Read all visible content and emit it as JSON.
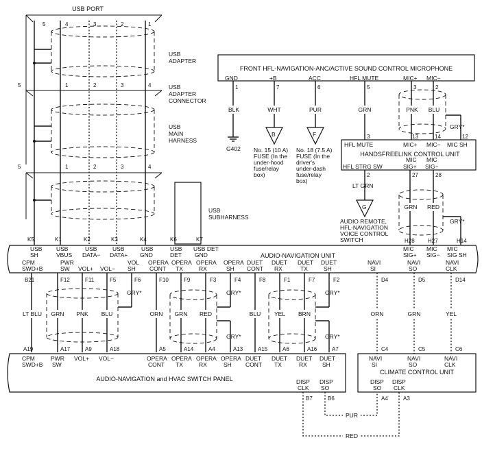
{
  "labels": {
    "usb_port": "USB PORT",
    "usb_adapter": [
      "USB",
      "ADAPTER"
    ],
    "usb_adapter_connector": [
      "USB",
      "ADAPTER",
      "CONNECTOR"
    ],
    "usb_main_harness": [
      "USB",
      "MAIN",
      "HARNESS"
    ],
    "usb_subharness": [
      "USB",
      "SUBHARNESS"
    ],
    "front_mic": "FRONT HFL-NAVIGATION-ANC/ACTIVE SOUND CONTROL MICROPHONE",
    "handsfree_unit": "HANDSFREELINK CONTROL UNIT",
    "audio_nav_unit": "AUDIO-NAVIGATION UNIT",
    "switch_panel": "AUDIO-NAVIGATION and HVAC SWITCH PANEL",
    "climate_unit": "CLIMATE CONTROL UNIT",
    "ground": "G402",
    "fuse_b": [
      "No. 15 (10 A)",
      "FUSE (In the",
      "under-hood",
      "fuse/relay",
      "box)"
    ],
    "fuse_f": [
      "No. 18 (7.5 A)",
      "FUSE (In the",
      "driver's",
      "under-dash",
      "fuse/relay",
      "box)"
    ],
    "audio_remote": [
      "AUDIO REMOTE,",
      "HFL-NAVIGATION",
      "VOICE CONTROL",
      "SWITCH"
    ],
    "tri_b": "B",
    "tri_f": "F",
    "tri_g": "G"
  },
  "usb_port_pins": [
    "5",
    "4",
    "3",
    "2",
    "1"
  ],
  "usb_adapter_pins": [
    "5",
    "1",
    "2",
    "3",
    "4"
  ],
  "usb_main_pins": [
    "5",
    "1",
    "2",
    "3",
    "4"
  ],
  "usb_sub_pins": [
    "K5",
    "K1",
    "K2",
    "K3",
    "K4",
    "K6",
    "K7"
  ],
  "mic": {
    "terms": [
      "GND",
      "+B",
      "ACC",
      "HFL MUTE",
      "MIC+",
      "MIC−"
    ],
    "pins": [
      "1",
      "7",
      "6",
      "5",
      "3",
      "2"
    ],
    "wires": [
      "BLK",
      "WHT",
      "PUR",
      "GRN",
      "PNK",
      "BLU"
    ],
    "gry": "GRY*"
  },
  "hfl": {
    "pins_top": [
      "3",
      "13",
      "14",
      "12"
    ],
    "terms": [
      "HFL MUTE",
      "MIC+",
      "MIC−",
      "MIC SH"
    ],
    "strg": "HFL STRG SW",
    "sig_plus": [
      "MIC",
      "SIG+"
    ],
    "sig_minus": [
      "MIC",
      "SIG−"
    ],
    "pins_bottom": [
      "2",
      "27",
      "28"
    ],
    "wires": [
      "LT GRN",
      "GRN",
      "RED"
    ],
    "gry": "GRY*"
  },
  "anu_top": {
    "terms": [
      [
        "USB",
        "SH"
      ],
      [
        "USB",
        "VBUS"
      ],
      [
        "USB",
        "DATA−"
      ],
      [
        "USB",
        "DATA+"
      ],
      [
        "USB",
        "GND"
      ],
      [
        "USB",
        "DET"
      ],
      [
        "USB DET",
        "GND"
      ],
      [
        "MIC",
        "SIG+"
      ],
      [
        "MIC",
        "SIG−"
      ],
      [
        "MIC",
        "SIG SH"
      ]
    ],
    "hpins": [
      "H28",
      "H27",
      "H14"
    ]
  },
  "anu_bottom": {
    "terms": [
      [
        "CPM",
        "SWD+B"
      ],
      [
        "PWR",
        "SW"
      ],
      [
        "VOL+",
        ""
      ],
      [
        "VOL−",
        ""
      ],
      [
        "VOL",
        "SH"
      ],
      [
        "OPERA",
        "CONT"
      ],
      [
        "OPERA",
        "TX"
      ],
      [
        "OPERA",
        "RX"
      ],
      [
        "OPERA",
        "SH"
      ],
      [
        "DUET",
        "CONT"
      ],
      [
        "DUET",
        "RX"
      ],
      [
        "DUET",
        "TX"
      ],
      [
        "DUET",
        "SH"
      ],
      [
        "NAVI",
        "SI"
      ],
      [
        "NAVI",
        "SO"
      ],
      [
        "NAVI",
        "CLK"
      ]
    ],
    "pins": [
      "B21",
      "F12",
      "F11",
      "F5",
      "F6",
      "F10",
      "F9",
      "F3",
      "F4",
      "F8",
      "F1",
      "F7",
      "F2",
      "D4",
      "D5",
      "D14"
    ]
  },
  "wires_mid": [
    "LT BLU",
    "GRN",
    "PNK",
    "BLU",
    "ORN",
    "GRN",
    "RED",
    "BLU",
    "YEL",
    "BRN",
    "ORN",
    "GRN",
    "YEL"
  ],
  "gry_marks": [
    "GRY*",
    "GRY*",
    "GRY*",
    "GRY*",
    "GRY*"
  ],
  "panel": {
    "pins": [
      "A19",
      "A17",
      "A9",
      "A18",
      "A5",
      "A14",
      "A4",
      "A13",
      "A15",
      "A6",
      "A16",
      "A7"
    ],
    "terms": [
      [
        "CPM",
        "SWD+B"
      ],
      [
        "PWR",
        "SW"
      ],
      [
        "VOL+",
        ""
      ],
      [
        "VOL−",
        ""
      ],
      [
        "OPERA",
        "CONT"
      ],
      [
        "OPERA",
        "TX"
      ],
      [
        "OPERA",
        "RX"
      ],
      [
        "OPERA",
        "SH"
      ],
      [
        "DUET",
        "CONT"
      ],
      [
        "DUET",
        "TX"
      ],
      [
        "DUET",
        "RX"
      ],
      [
        "DUET",
        "SH"
      ]
    ],
    "disp_terms": [
      [
        "DISP",
        "CLK"
      ],
      [
        "DISP",
        "SO"
      ]
    ],
    "disp_pins": [
      "B7",
      "B6"
    ]
  },
  "climate": {
    "pins_top": [
      "C4",
      "C5",
      "C6"
    ],
    "terms": [
      [
        "NAVI",
        "SI"
      ],
      [
        "NAVI",
        "SO"
      ],
      [
        "NAVI",
        "CLK"
      ]
    ],
    "disp_terms": [
      [
        "DISP",
        "SO"
      ],
      [
        "DISP",
        "CLK"
      ]
    ],
    "disp_pins": [
      "A4",
      "A3"
    ]
  },
  "bottom_wires": [
    "PUR",
    "RED"
  ]
}
